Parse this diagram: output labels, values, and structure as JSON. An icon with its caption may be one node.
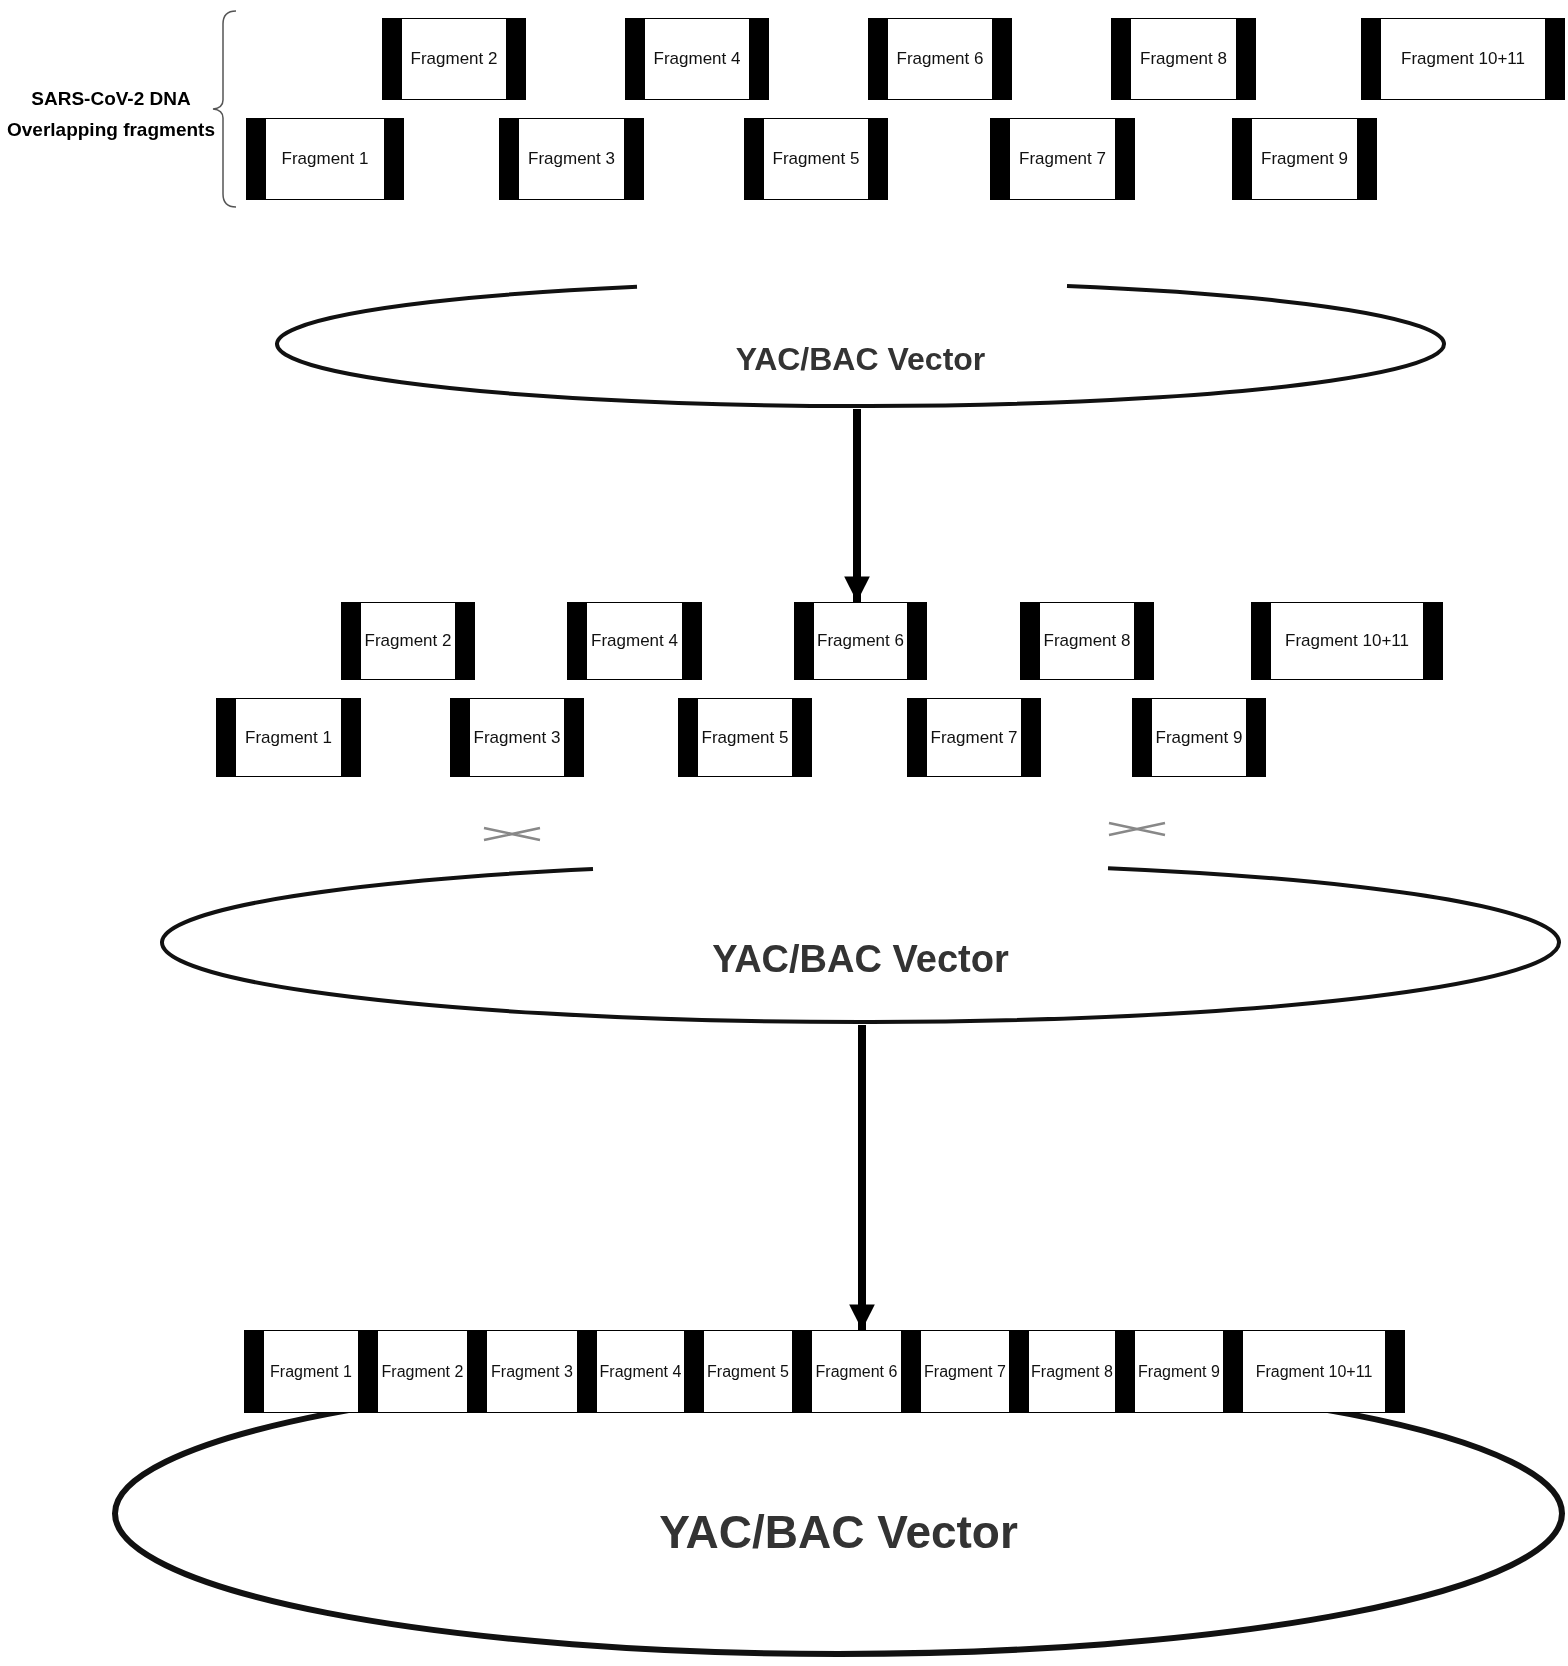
{
  "diagram": {
    "nodes": [
      {
        "text": [
          "Fragment 2"
        ]
      },
      {
        "text": [
          "Fragment 4"
        ]
      },
      {
        "text": [
          "Fragment 6"
        ]
      },
      {
        "text": [
          "Fragment 8"
        ]
      },
      {
        "text": [
          "Fragment 10+11"
        ]
      },
      {
        "text": [
          "Fragment 1"
        ]
      },
      {
        "text": [
          "Fragment 3"
        ]
      },
      {
        "text": [
          "Fragment 5"
        ]
      },
      {
        "text": [
          "Fragment 7"
        ]
      },
      {
        "text": [
          "Fragment 9"
        ]
      },
      {
        "text": [
          "YAC/BAC Vector"
        ]
      },
      {
        "text": [
          "Fragment 2"
        ]
      },
      {
        "text": [
          "Fragment 4"
        ]
      },
      {
        "text": [
          "Fragment 6"
        ]
      },
      {
        "text": [
          "Fragment 8"
        ]
      },
      {
        "text": [
          "Fragment 10+11"
        ]
      },
      {
        "text": [
          "Fragment 1"
        ]
      },
      {
        "text": [
          "Fragment 3"
        ]
      },
      {
        "text": [
          "Fragment 5"
        ]
      },
      {
        "text": [
          "Fragment 7"
        ]
      },
      {
        "text": [
          "Fragment 9"
        ]
      },
      {
        "text": [
          "YAC/BAC Vector"
        ]
      },
      {
        "text": [
          "Fragment 1"
        ]
      },
      {
        "text": [
          "Fragment 2"
        ]
      },
      {
        "text": [
          "Fragment 3"
        ]
      },
      {
        "text": [
          "Fragment 4"
        ]
      },
      {
        "text": [
          "Fragment 5"
        ]
      },
      {
        "text": [
          "Fragment 6"
        ]
      },
      {
        "text": [
          "Fragment 7"
        ]
      },
      {
        "text": [
          "Fragment 8"
        ]
      },
      {
        "text": [
          "Fragment 9"
        ]
      },
      {
        "text": [
          "Fragment 10+11"
        ]
      },
      {
        "text": [
          "YAC/BAC Vector"
        ]
      }
    ],
    "edges": [
      {
        "from": 10,
        "to": 13,
        "arrow": "to"
      },
      {
        "from": 21,
        "to": 27,
        "arrow": "to"
      }
    ],
    "labels": [
      "SARS-CoV-2 DNA Overlapping fragments"
    ]
  }
}
